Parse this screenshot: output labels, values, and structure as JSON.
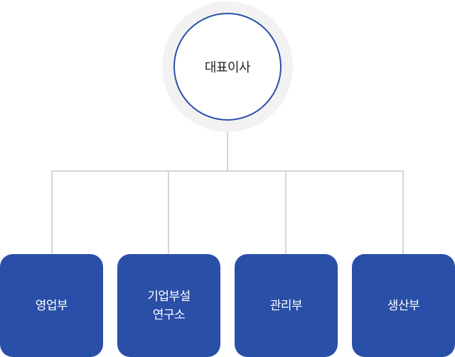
{
  "org_chart": {
    "root": {
      "label": "대표이사"
    },
    "children": [
      {
        "label": "영업부"
      },
      {
        "label": "기업부설\n연구소"
      },
      {
        "label": "관리부"
      },
      {
        "label": "생산부"
      }
    ]
  },
  "colors": {
    "node_fill": "#2a4fa8",
    "root_border": "#2a4fa8",
    "halo": "#f2f2f2",
    "connector": "#d5d5d5"
  }
}
